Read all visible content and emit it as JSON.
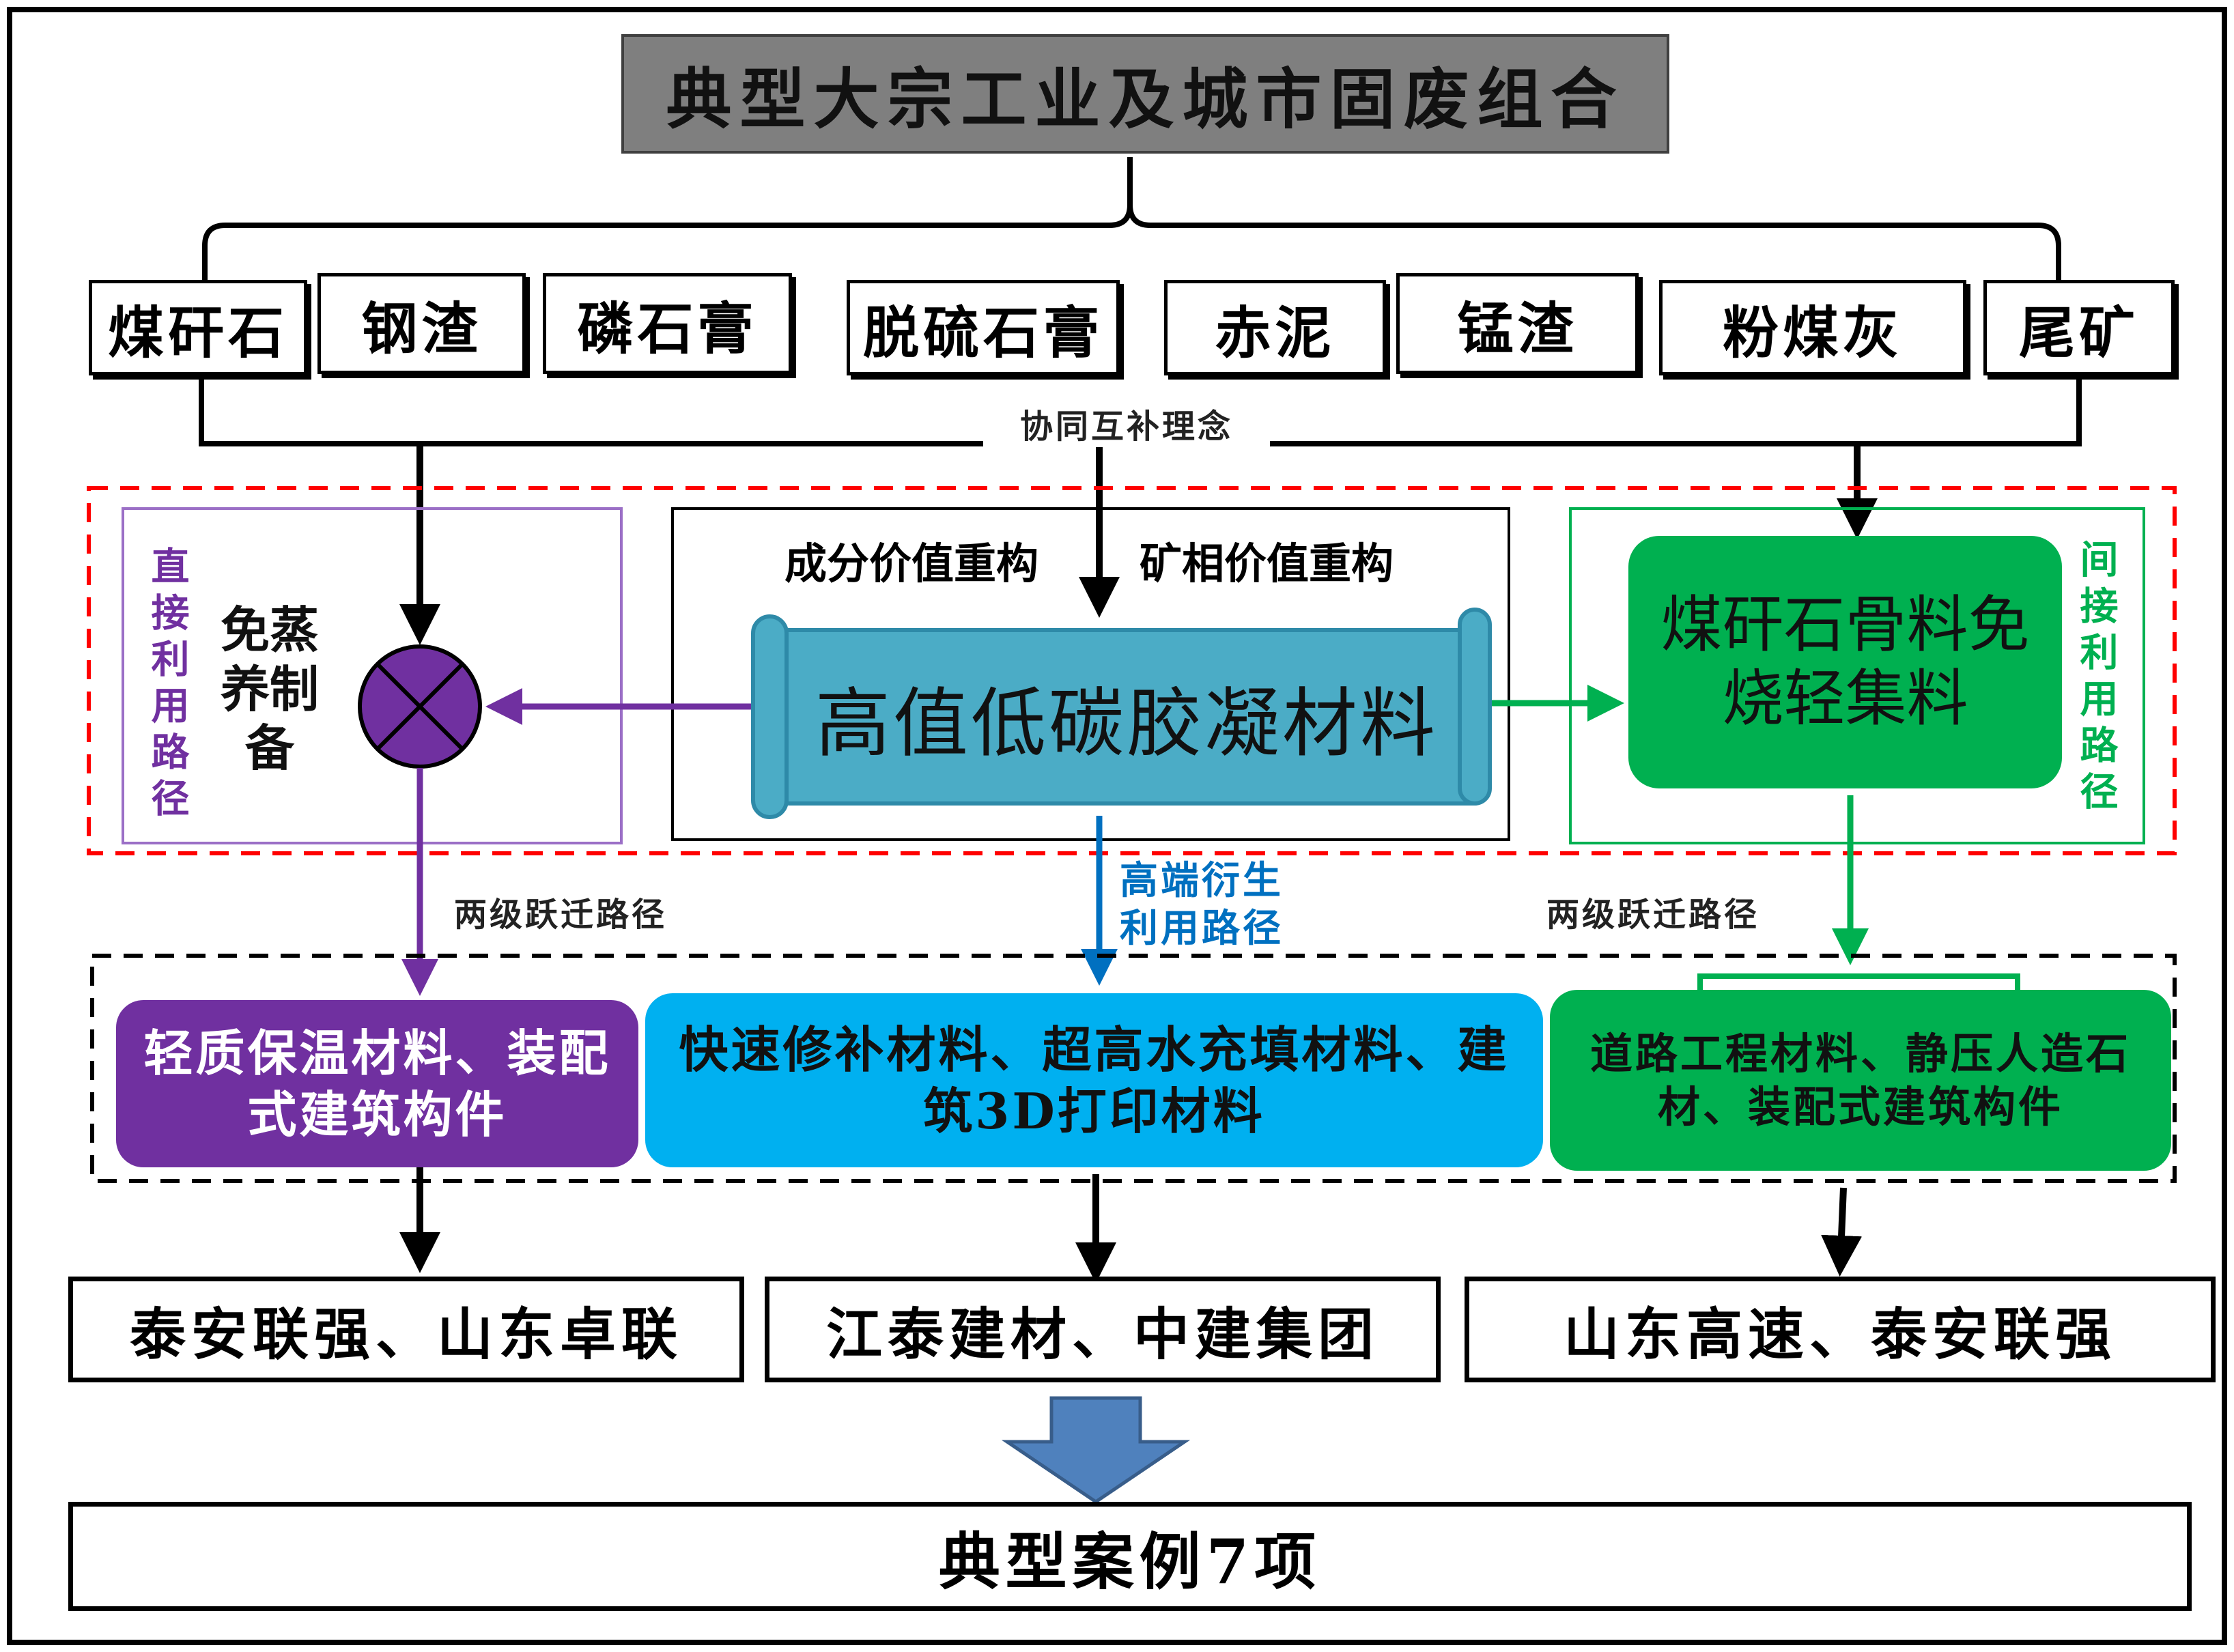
{
  "title": "典型大宗工业及城市固废组合",
  "wastes": [
    "煤矸石",
    "钢渣",
    "磷石膏",
    "脱硫石膏",
    "赤泥",
    "锰渣",
    "粉煤灰",
    "尾矿"
  ],
  "synergy_label": "协同互补理念",
  "center": {
    "left_label": "成分价值重构",
    "right_label": "矿相价值重构",
    "scroll_text": "高值低碳胶凝材料"
  },
  "left_panel": {
    "vertical_label": "直接利用路径",
    "method_label": "免蒸养制备"
  },
  "right_panel": {
    "vertical_label": "间接利用路径",
    "product_text": "煤矸石骨料免烧轻集料"
  },
  "migration_left": "两级跃迁路径",
  "migration_right": "两级跃迁路径",
  "high_end_label": "高端衍生利用路径",
  "products": {
    "purple": "轻质保温材料、装配式建筑构件",
    "blue": "快速修补材料、超高水充填材料、建筑3D打印材料",
    "green": "道路工程材料、静压人造石材、装配式建筑构件"
  },
  "companies": [
    "泰安联强、山东卓联",
    "江泰建材、中建集团",
    "山东高速、泰安联强"
  ],
  "result": "典型案例7项",
  "colors": {
    "purple": "#7030a0",
    "blue": "#00b0f0",
    "teal": "#4bacc6",
    "green": "#00b050",
    "red_dash": "#ff0000",
    "arrow_blue": "#0070c0"
  }
}
